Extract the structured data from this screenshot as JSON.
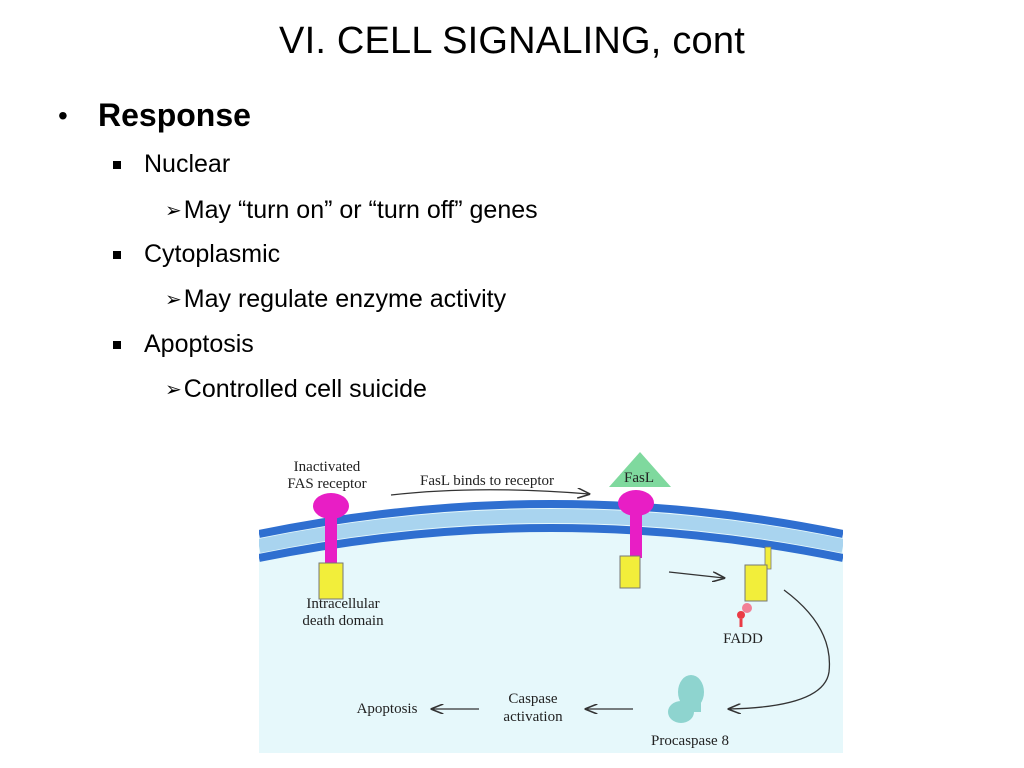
{
  "slide": {
    "title": "VI.  CELL SIGNALING, cont",
    "bullet": "Response",
    "items": [
      {
        "label": "Nuclear",
        "sub": "May “turn on” or “turn off” genes"
      },
      {
        "label": "Cytoplasmic",
        "sub": "May regulate enzyme activity"
      },
      {
        "label": "Apoptosis",
        "sub": "Controlled cell suicide"
      }
    ]
  },
  "diagram": {
    "inactivated_line1": "Inactivated",
    "inactivated_line2": "FAS receptor",
    "binds": "FasL binds to receptor",
    "fasl": "FasL",
    "death_line1": "Intracellular",
    "death_line2": "death domain",
    "fadd": "FADD",
    "caspase_line1": "Caspase",
    "caspase_line2": "activation",
    "apoptosis": "Apoptosis",
    "procaspase": "Procaspase 8"
  }
}
